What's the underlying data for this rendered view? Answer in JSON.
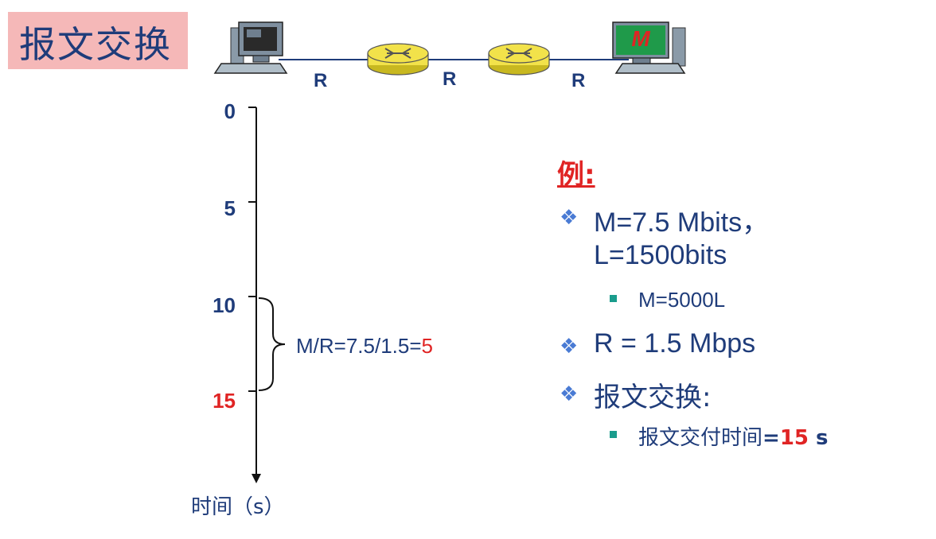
{
  "title": "报文交换",
  "network": {
    "links": [
      "R",
      "R",
      "R"
    ],
    "dest_screen_letter": "M"
  },
  "timeline": {
    "ticks": [
      {
        "label": "0",
        "color": "#1f3c7a"
      },
      {
        "label": "5",
        "color": "#1f3c7a"
      },
      {
        "label": "10",
        "color": "#1f3c7a"
      },
      {
        "label": "15",
        "color": "#e02424"
      }
    ],
    "axis_label": "时间（s）",
    "brace_label_prefix": "M/R=7.5/1.5=",
    "brace_label_value": "5"
  },
  "example": {
    "title": "例:",
    "bullet1_line1": "M=7.5 Mbits，",
    "bullet1_line2": "L=1500bits",
    "sub1": "M=5000L",
    "bullet2": "R = 1.5 Mbps",
    "bullet3": "报文交换:",
    "sub3_prefix": "报文交付时间",
    "sub3_eq": "=",
    "sub3_value": "15",
    "sub3_unit": " s"
  },
  "colors": {
    "text": "#1f3c7a",
    "highlight": "#e02424",
    "title_bg": "#f5b8b8",
    "router": "#f2e24a",
    "bullet_diamond": "#4a7bd4",
    "bullet_square": "#1a9c8c"
  },
  "icons": [
    "computer-icon",
    "router-icon",
    "diamond-bullet-icon",
    "square-bullet-icon"
  ]
}
